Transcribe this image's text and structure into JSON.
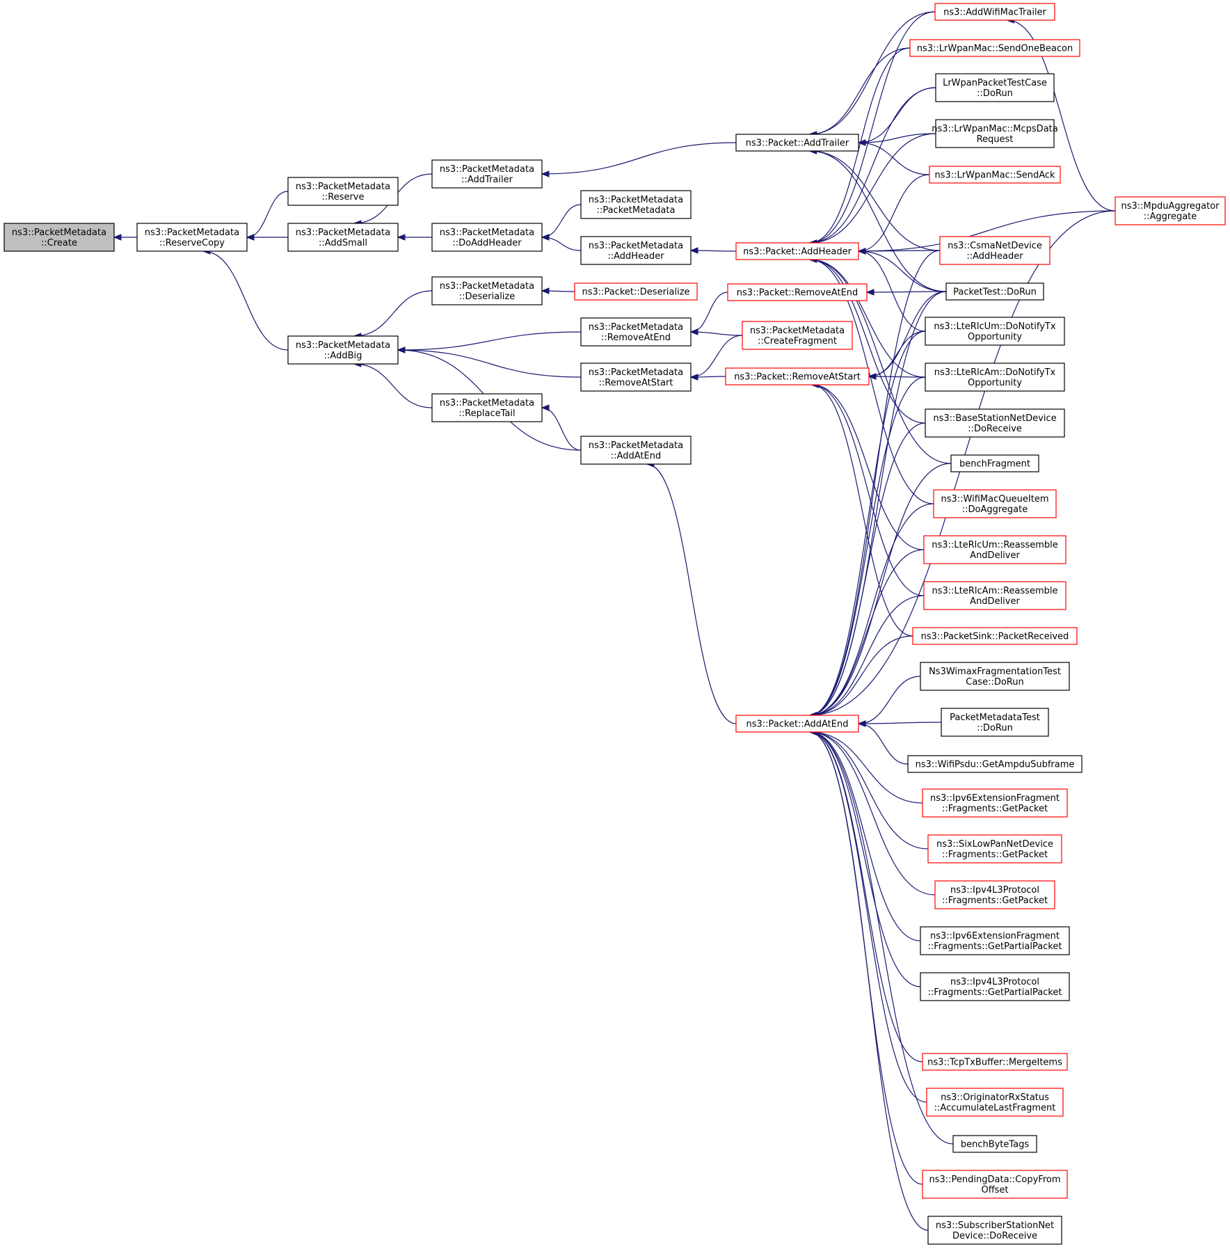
{
  "colors": {
    "edge": "#191970",
    "normal_border": "#000000",
    "red_border": "#ff0000",
    "root_fill": "#bfbfbf",
    "background": "#ffffff"
  },
  "nodes": [
    {
      "id": "create",
      "lines": [
        "ns3::PacketMetadata",
        "::Create"
      ],
      "style": "root"
    },
    {
      "id": "reservecopy",
      "lines": [
        "ns3::PacketMetadata",
        "::ReserveCopy"
      ],
      "style": "normal"
    },
    {
      "id": "reserve",
      "lines": [
        "ns3::PacketMetadata",
        "::Reserve"
      ],
      "style": "normal"
    },
    {
      "id": "addsmall",
      "lines": [
        "ns3::PacketMetadata",
        "::AddSmall"
      ],
      "style": "normal"
    },
    {
      "id": "addbig",
      "lines": [
        "ns3::PacketMetadata",
        "::AddBig"
      ],
      "style": "normal"
    },
    {
      "id": "pm_addtrailer",
      "lines": [
        "ns3::PacketMetadata",
        "::AddTrailer"
      ],
      "style": "normal"
    },
    {
      "id": "pm_doaddheader",
      "lines": [
        "ns3::PacketMetadata",
        "::DoAddHeader"
      ],
      "style": "normal"
    },
    {
      "id": "pm_deserialize",
      "lines": [
        "ns3::PacketMetadata",
        "::Deserialize"
      ],
      "style": "normal"
    },
    {
      "id": "pm_replacetail",
      "lines": [
        "ns3::PacketMetadata",
        "::ReplaceTail"
      ],
      "style": "normal"
    },
    {
      "id": "pm_ctor",
      "lines": [
        "ns3::PacketMetadata",
        "::PacketMetadata"
      ],
      "style": "normal"
    },
    {
      "id": "pm_addheader",
      "lines": [
        "ns3::PacketMetadata",
        "::AddHeader"
      ],
      "style": "normal"
    },
    {
      "id": "pm_removeatend",
      "lines": [
        "ns3::PacketMetadata",
        "::RemoveAtEnd"
      ],
      "style": "normal"
    },
    {
      "id": "pm_removeatstart",
      "lines": [
        "ns3::PacketMetadata",
        "::RemoveAtStart"
      ],
      "style": "normal"
    },
    {
      "id": "pm_addatend",
      "lines": [
        "ns3::PacketMetadata",
        "::AddAtEnd"
      ],
      "style": "normal"
    },
    {
      "id": "p_addtrailer",
      "lines": [
        "ns3::Packet::AddTrailer"
      ],
      "style": "normal"
    },
    {
      "id": "p_addheader",
      "lines": [
        "ns3::Packet::AddHeader"
      ],
      "style": "red"
    },
    {
      "id": "p_deserialize",
      "lines": [
        "ns3::Packet::Deserialize"
      ],
      "style": "red"
    },
    {
      "id": "p_removeatend",
      "lines": [
        "ns3::Packet::RemoveAtEnd"
      ],
      "style": "red"
    },
    {
      "id": "pm_createfragment",
      "lines": [
        "ns3::PacketMetadata",
        "::CreateFragment"
      ],
      "style": "red"
    },
    {
      "id": "p_removeatstart",
      "lines": [
        "ns3::Packet::RemoveAtStart"
      ],
      "style": "red"
    },
    {
      "id": "p_addatend",
      "lines": [
        "ns3::Packet::AddAtEnd"
      ],
      "style": "red"
    },
    {
      "id": "addwifimactrailer",
      "lines": [
        "ns3::AddWifiMacTrailer"
      ],
      "style": "red"
    },
    {
      "id": "sendonebeacon",
      "lines": [
        "ns3::LrWpanMac::SendOneBeacon"
      ],
      "style": "red"
    },
    {
      "id": "lrwpantest",
      "lines": [
        "LrWpanPacketTestCase",
        "::DoRun"
      ],
      "style": "normal"
    },
    {
      "id": "mcpsdata",
      "lines": [
        "ns3::LrWpanMac::McpsData",
        "Request"
      ],
      "style": "normal"
    },
    {
      "id": "sendack",
      "lines": [
        "ns3::LrWpanMac::SendAck"
      ],
      "style": "red"
    },
    {
      "id": "csma_addheader",
      "lines": [
        "ns3::CsmaNetDevice",
        "::AddHeader"
      ],
      "style": "red"
    },
    {
      "id": "packettest",
      "lines": [
        "PacketTest::DoRun"
      ],
      "style": "normal"
    },
    {
      "id": "rlcum_notify",
      "lines": [
        "ns3::LteRlcUm::DoNotifyTx",
        "Opportunity"
      ],
      "style": "normal"
    },
    {
      "id": "rlcam_notify",
      "lines": [
        "ns3::LteRlcAm::DoNotifyTx",
        "Opportunity"
      ],
      "style": "normal"
    },
    {
      "id": "bs_doreceive",
      "lines": [
        "ns3::BaseStationNetDevice",
        "::DoReceive"
      ],
      "style": "normal"
    },
    {
      "id": "benchfragment",
      "lines": [
        "benchFragment"
      ],
      "style": "normal"
    },
    {
      "id": "wifimacqueue",
      "lines": [
        "ns3::WifiMacQueueItem",
        "::DoAggregate"
      ],
      "style": "red"
    },
    {
      "id": "rlcum_reassemble",
      "lines": [
        "ns3::LteRlcUm::Reassemble",
        "AndDeliver"
      ],
      "style": "red"
    },
    {
      "id": "rlcam_reassemble",
      "lines": [
        "ns3::LteRlcAm::Reassemble",
        "AndDeliver"
      ],
      "style": "red"
    },
    {
      "id": "packetsink",
      "lines": [
        "ns3::PacketSink::PacketReceived"
      ],
      "style": "red"
    },
    {
      "id": "wimaxfrag",
      "lines": [
        "Ns3WimaxFragmentationTest",
        "Case::DoRun"
      ],
      "style": "normal"
    },
    {
      "id": "pmtest",
      "lines": [
        "PacketMetadataTest",
        "::DoRun"
      ],
      "style": "normal"
    },
    {
      "id": "ampdusubframe",
      "lines": [
        "ns3::WifiPsdu::GetAmpduSubframe"
      ],
      "style": "normal"
    },
    {
      "id": "ipv6frag_getpacket",
      "lines": [
        "ns3::Ipv6ExtensionFragment",
        "::Fragments::GetPacket"
      ],
      "style": "red"
    },
    {
      "id": "sixlowpan_getpacket",
      "lines": [
        "ns3::SixLowPanNetDevice",
        "::Fragments::GetPacket"
      ],
      "style": "red"
    },
    {
      "id": "ipv4l3_getpacket",
      "lines": [
        "ns3::Ipv4L3Protocol",
        "::Fragments::GetPacket"
      ],
      "style": "red"
    },
    {
      "id": "ipv6frag_partial",
      "lines": [
        "ns3::Ipv6ExtensionFragment",
        "::Fragments::GetPartialPacket"
      ],
      "style": "normal"
    },
    {
      "id": "ipv4l3_partial",
      "lines": [
        "ns3::Ipv4L3Protocol",
        "::Fragments::GetPartialPacket"
      ],
      "style": "normal"
    },
    {
      "id": "mpdu_aggregate",
      "lines": [
        "ns3::MpduAggregator",
        "::Aggregate"
      ],
      "style": "red"
    },
    {
      "id": "tcptxbuffer",
      "lines": [
        "ns3::TcpTxBuffer::MergeItems"
      ],
      "style": "red"
    },
    {
      "id": "originator",
      "lines": [
        "ns3::OriginatorRxStatus",
        "::AccumulateLastFragment"
      ],
      "style": "red"
    },
    {
      "id": "benchbytetags",
      "lines": [
        "benchByteTags"
      ],
      "style": "normal"
    },
    {
      "id": "pendingdata",
      "lines": [
        "ns3::PendingData::CopyFrom",
        "Offset"
      ],
      "style": "red"
    },
    {
      "id": "subscriber",
      "lines": [
        "ns3::SubscriberStationNet",
        "Device::DoReceive"
      ],
      "style": "normal"
    }
  ],
  "edges": [
    [
      "create",
      "reservecopy"
    ],
    [
      "reservecopy",
      "reserve"
    ],
    [
      "reservecopy",
      "addsmall"
    ],
    [
      "reservecopy",
      "addbig"
    ],
    [
      "addsmall",
      "pm_addtrailer"
    ],
    [
      "addsmall",
      "pm_doaddheader"
    ],
    [
      "addbig",
      "pm_deserialize"
    ],
    [
      "addbig",
      "pm_removeatend"
    ],
    [
      "addbig",
      "pm_removeatstart"
    ],
    [
      "addbig",
      "pm_replacetail"
    ],
    [
      "addbig",
      "pm_addatend"
    ],
    [
      "pm_addtrailer",
      "p_addtrailer"
    ],
    [
      "pm_doaddheader",
      "pm_ctor"
    ],
    [
      "pm_doaddheader",
      "pm_addheader"
    ],
    [
      "pm_deserialize",
      "p_deserialize"
    ],
    [
      "pm_removeatend",
      "p_removeatend"
    ],
    [
      "pm_removeatend",
      "pm_createfragment"
    ],
    [
      "pm_removeatstart",
      "pm_createfragment"
    ],
    [
      "pm_removeatstart",
      "p_removeatstart"
    ],
    [
      "pm_replacetail",
      "pm_addatend"
    ],
    [
      "pm_addheader",
      "p_addheader"
    ],
    [
      "pm_addatend",
      "p_addatend"
    ],
    [
      "p_addtrailer",
      "addwifimactrailer"
    ],
    [
      "p_addtrailer",
      "sendonebeacon"
    ],
    [
      "p_addtrailer",
      "lrwpantest"
    ],
    [
      "p_addtrailer",
      "mcpsdata"
    ],
    [
      "p_addtrailer",
      "sendack"
    ],
    [
      "p_addtrailer",
      "csma_addheader"
    ],
    [
      "p_addtrailer",
      "packettest"
    ],
    [
      "p_addheader",
      "addwifimactrailer"
    ],
    [
      "p_addheader",
      "sendonebeacon"
    ],
    [
      "p_addheader",
      "lrwpantest"
    ],
    [
      "p_addheader",
      "mcpsdata"
    ],
    [
      "p_addheader",
      "sendack"
    ],
    [
      "p_addheader",
      "mpdu_aggregate"
    ],
    [
      "p_addheader",
      "csma_addheader"
    ],
    [
      "p_addheader",
      "packettest"
    ],
    [
      "p_addheader",
      "rlcum_notify"
    ],
    [
      "p_addheader",
      "rlcam_notify"
    ],
    [
      "p_addheader",
      "bs_doreceive"
    ],
    [
      "p_addheader",
      "benchfragment"
    ],
    [
      "p_addheader",
      "wifimacqueue"
    ],
    [
      "p_removeatend",
      "packettest"
    ],
    [
      "p_removeatstart",
      "packettest"
    ],
    [
      "p_removeatstart",
      "rlcum_notify"
    ],
    [
      "p_removeatstart",
      "rlcam_notify"
    ],
    [
      "p_removeatstart",
      "rlcum_reassemble"
    ],
    [
      "p_removeatstart",
      "rlcam_reassemble"
    ],
    [
      "p_removeatstart",
      "packetsink"
    ],
    [
      "addwifimactrailer",
      "mpdu_aggregate"
    ],
    [
      "p_addatend",
      "csma_addheader"
    ],
    [
      "p_addatend",
      "packettest"
    ],
    [
      "p_addatend",
      "rlcum_notify"
    ],
    [
      "p_addatend",
      "rlcam_notify"
    ],
    [
      "p_addatend",
      "bs_doreceive"
    ],
    [
      "p_addatend",
      "benchfragment"
    ],
    [
      "p_addatend",
      "wifimacqueue"
    ],
    [
      "p_addatend",
      "rlcum_reassemble"
    ],
    [
      "p_addatend",
      "rlcam_reassemble"
    ],
    [
      "p_addatend",
      "packetsink"
    ],
    [
      "p_addatend",
      "wimaxfrag"
    ],
    [
      "p_addatend",
      "pmtest"
    ],
    [
      "p_addatend",
      "ampdusubframe"
    ],
    [
      "p_addatend",
      "ipv6frag_getpacket"
    ],
    [
      "p_addatend",
      "sixlowpan_getpacket"
    ],
    [
      "p_addatend",
      "ipv4l3_getpacket"
    ],
    [
      "p_addatend",
      "ipv6frag_partial"
    ],
    [
      "p_addatend",
      "ipv4l3_partial"
    ],
    [
      "p_addatend",
      "mpdu_aggregate"
    ],
    [
      "p_addatend",
      "tcptxbuffer"
    ],
    [
      "p_addatend",
      "originator"
    ],
    [
      "p_addatend",
      "benchbytetags"
    ],
    [
      "p_addatend",
      "pendingdata"
    ],
    [
      "p_addatend",
      "subscriber"
    ]
  ]
}
